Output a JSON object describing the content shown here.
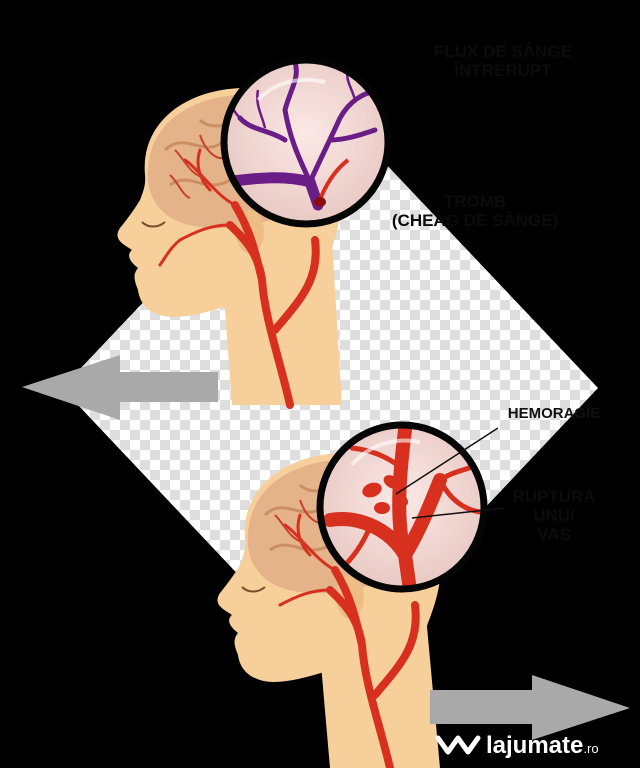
{
  "labels": {
    "flux_line1": "FLUX DE SÂNGE",
    "flux_line2": "ÎNTRERUPT",
    "tromb_line1": "TROMB",
    "tromb_line2": "(CHEAG DE SÂNGE)",
    "hemoragie": "HEMORAGIE",
    "ruptura_line1": "RUPTURA",
    "ruptura_line2": "UNUI",
    "ruptura_line3": "VAS"
  },
  "watermark": {
    "brand": "lajumate",
    "tld": ".ro"
  },
  "colors": {
    "skin": "#f6cf9b",
    "brain": "#e4b38a",
    "artery": "#d8301f",
    "clot_vessel": "#6a1d86",
    "arrow": "#a9a9a9"
  }
}
